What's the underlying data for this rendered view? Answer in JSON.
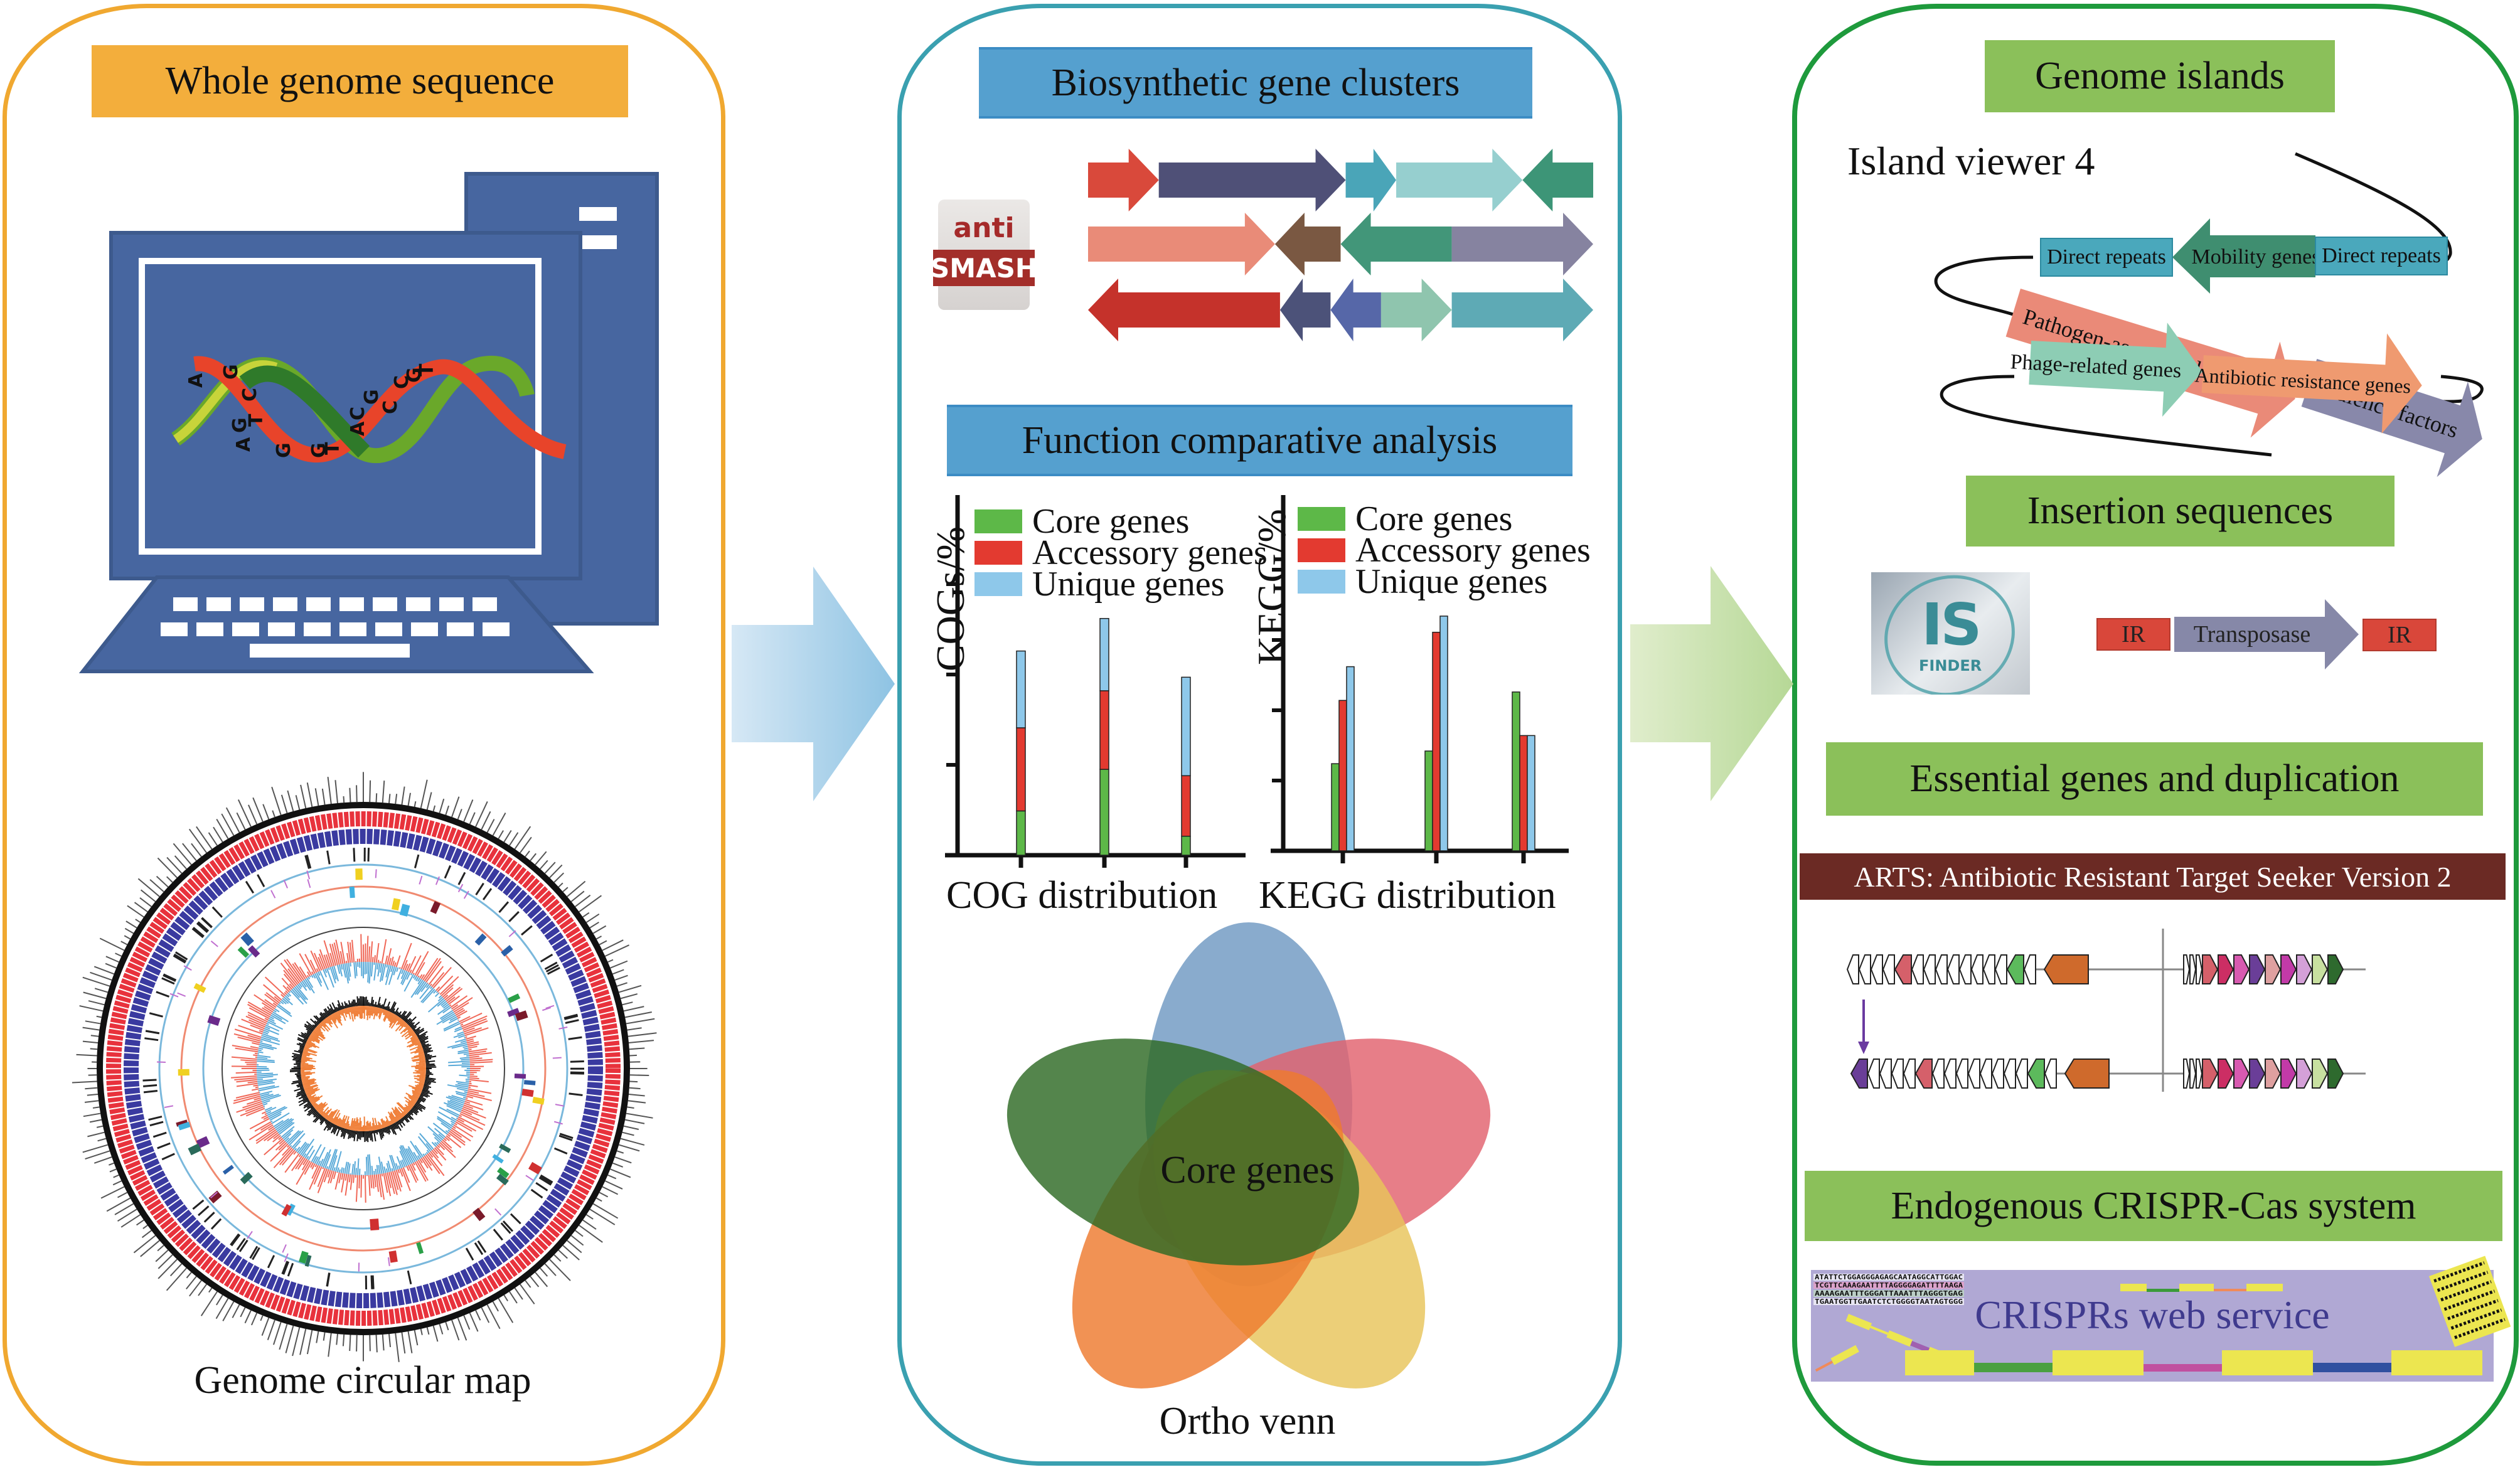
{
  "colors": {
    "panel_left_border": "#f0a830",
    "panel_mid_border": "#3aa0b0",
    "panel_right_border": "#1e9a3c",
    "header_orange": "#f3ae3c",
    "header_blue": "#55a0cf",
    "header_green": "#8bc05a",
    "arts_bar": "#6b2a24",
    "core": "#5db848",
    "accessory": "#e33a30",
    "unique": "#8ec8ea"
  },
  "left_panel": {
    "header": "Whole genome sequence",
    "computer_icon": "computer-with-dna-icon",
    "dna_bases": [
      "A",
      "G",
      "C",
      "T",
      "G",
      "A",
      "G",
      "G",
      "T",
      "A",
      "C",
      "G",
      "C",
      "C",
      "G",
      "T"
    ],
    "circular_map_caption": "Genome circular map"
  },
  "flow_arrows": [
    {
      "name": "arrow-to-function-analysis",
      "gradient": [
        "#d6e8f5",
        "#8ec3e3"
      ]
    },
    {
      "name": "arrow-to-genome-islands",
      "gradient": [
        "#e0edcc",
        "#b6d896"
      ]
    }
  ],
  "middle_panel": {
    "bgc_header": "Biosynthetic gene clusters",
    "antismash_logo": {
      "top": "anti",
      "bottom": "SMASH"
    },
    "bgc_rows": [
      [
        {
          "dir": "right",
          "len": 0.14,
          "color": "#d9493b"
        },
        {
          "dir": "right",
          "len": 0.37,
          "color": "#4f5077"
        },
        {
          "dir": "right",
          "len": 0.1,
          "color": "#4aa5b8"
        },
        {
          "dir": "right",
          "len": 0.25,
          "color": "#96cfcf"
        },
        {
          "dir": "left",
          "len": 0.14,
          "color": "#3d9577"
        }
      ],
      [
        {
          "dir": "right",
          "len": 0.37,
          "color": "#e98b78"
        },
        {
          "dir": "left",
          "len": 0.13,
          "color": "#7a5842"
        },
        {
          "dir": "left",
          "len": 0.22,
          "color": "#429679"
        },
        {
          "dir": "right",
          "len": 0.28,
          "color": "#8683a0"
        }
      ],
      [
        {
          "dir": "left",
          "len": 0.38,
          "color": "#c5322b"
        },
        {
          "dir": "left",
          "len": 0.1,
          "color": "#4c5279"
        },
        {
          "dir": "left",
          "len": 0.1,
          "color": "#5667a8"
        },
        {
          "dir": "right",
          "len": 0.14,
          "color": "#8fc5ae"
        },
        {
          "dir": "right",
          "len": 0.28,
          "color": "#5eaab5"
        }
      ]
    ],
    "fca_header": "Function comparative analysis",
    "venn": {
      "center_label": "Core genes",
      "caption": "Ortho venn",
      "petals": [
        {
          "color": "#6f98c2",
          "angle": 0
        },
        {
          "color": "#e2626e",
          "angle": 72
        },
        {
          "color": "#e8c55a",
          "angle": 144
        },
        {
          "color": "#ee7a2e",
          "angle": 216
        },
        {
          "color": "#2e6a24",
          "angle": 288
        }
      ]
    }
  },
  "chart_data": [
    {
      "type": "bar",
      "stacked": true,
      "title": "",
      "xlabel": "COG distribution",
      "ylabel": "COGs/%",
      "categories": [
        "1",
        "2",
        "3"
      ],
      "category_labels_shown": false,
      "yticks_labeled": false,
      "ylim": [
        0,
        4
      ],
      "yticks": [
        1,
        2,
        3
      ],
      "legend": {
        "placement": "top-left",
        "entries": [
          "Core genes",
          "Accessory genes",
          "Unique genes"
        ]
      },
      "series": [
        {
          "name": "Core genes",
          "color": "#5db848",
          "values": [
            0.49,
            0.95,
            0.21
          ]
        },
        {
          "name": "Accessory genes",
          "color": "#e33a30",
          "values": [
            0.92,
            0.87,
            0.67
          ]
        },
        {
          "name": "Unique genes",
          "color": "#8ec8ea",
          "values": [
            0.85,
            0.8,
            1.09
          ]
        }
      ]
    },
    {
      "type": "bar",
      "stacked": false,
      "title": "",
      "xlabel": "KEGG distribution",
      "ylabel": "KEGG/%",
      "categories": [
        "1",
        "2",
        "3"
      ],
      "category_labels_shown": false,
      "yticks_labeled": false,
      "ylim": [
        0,
        5.07
      ],
      "yticks": [
        1,
        2,
        3,
        4
      ],
      "legend": {
        "placement": "top-left",
        "entries": [
          "Core genes",
          "Accessory genes",
          "Unique genes"
        ]
      },
      "series": [
        {
          "name": "Core genes",
          "color": "#5db848",
          "values": [
            1.24,
            1.42,
            2.26
          ]
        },
        {
          "name": "Accessory genes",
          "color": "#e33a30",
          "values": [
            2.14,
            3.11,
            1.64
          ]
        },
        {
          "name": "Unique genes",
          "color": "#8ec8ea",
          "values": [
            2.62,
            3.34,
            1.64
          ]
        }
      ]
    }
  ],
  "right_panel": {
    "genome_islands_header": "Genome islands",
    "island_viewer_label": "Island viewer 4",
    "island_elements": {
      "direct_repeats_1": "Direct repeats",
      "mobility_genes": "Mobility genes",
      "direct_repeats_2": "Direct repeats",
      "pathogen_associated": "Pathogen-associated genes",
      "virulence_factors": "Virulence factors",
      "phage_related": "Phage-related genes",
      "antibiotic_resistance": "Antibiotic resistance genes"
    },
    "insertion_header": "Insertion sequences",
    "isfinder_logo": {
      "big": "IS",
      "small": "FINDER"
    },
    "is_elements": {
      "ir_left": "IR",
      "transposase": "Transposase",
      "ir_right": "IR"
    },
    "essential_header": "Essential genes and duplication",
    "arts_label": "ARTS: Antibiotic Resistant Target Seeker Version 2",
    "arts_rows": {
      "row1_left": [
        "w",
        "w",
        "w",
        "w",
        "#d5606a",
        "w",
        "w",
        "w",
        "w",
        "w",
        "w",
        "w",
        "w",
        "#5cba5c",
        "w",
        "#cf6a2c"
      ],
      "row2_left": [
        "#6a3e98",
        "w",
        "w",
        "w",
        "w",
        "#d5606a",
        "w",
        "w",
        "w",
        "w",
        "w",
        "w",
        "w",
        "w",
        "#5cba5c",
        "w",
        "#cf6a2c"
      ],
      "right": [
        "w",
        "w",
        "w",
        "#d5606a",
        "#cc2e64",
        "#d85ab0",
        "#6a3e98",
        "#dfa0a0",
        "#c23aa8",
        "#d4a0d8",
        "#c8e0a0",
        "#2e6a2e"
      ]
    },
    "crispr_header": "Endogenous CRISPR-Cas system",
    "crispr_banner_label": "CRISPRs web service",
    "crispr_sequences": [
      "ATATTCTGGAGGGAGAGCAATAGGCATTGGAC",
      "TCGTTCAAAGAATTTTAGGGGAGATTTTAAGA",
      "AAAAGAATTTGGGATTAAATTTAGGGTGAG",
      "TGAATGGTTGAATCTCTGGGGTAATAGTGGG"
    ]
  }
}
